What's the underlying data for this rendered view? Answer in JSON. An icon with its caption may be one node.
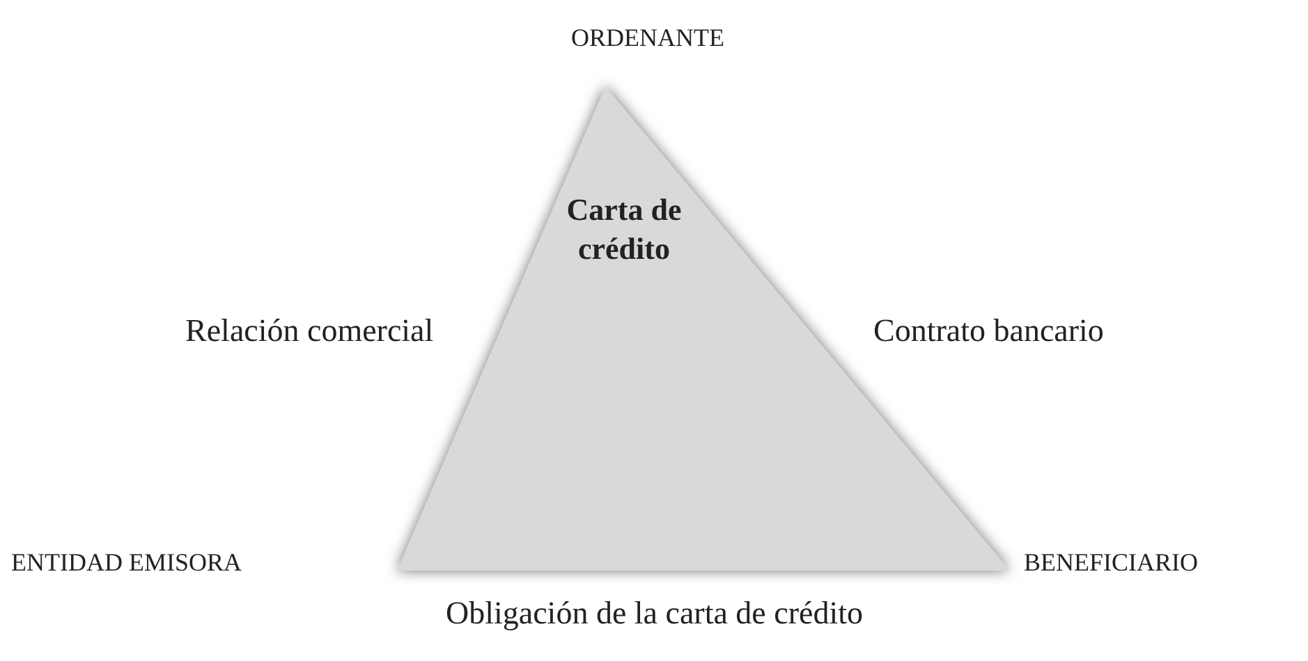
{
  "diagram": {
    "nodes": [
      {
        "text": [
          "Carta de crédito"
        ]
      }
    ],
    "labels": [
      "ORDENANTE",
      "Relación comercial",
      "Contrato bancario",
      "ENTIDAD EMISORA",
      "BENEFICIARIO",
      "Obligación de la carta de crédito"
    ]
  }
}
